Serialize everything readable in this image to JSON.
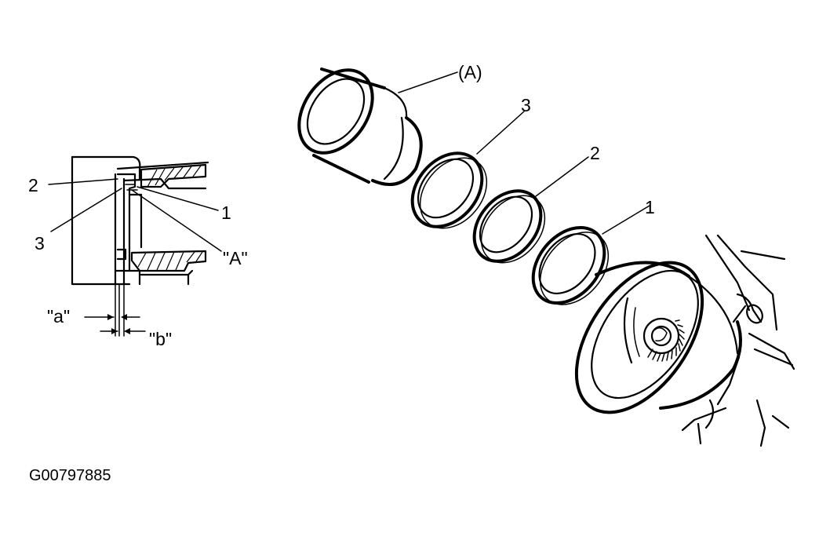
{
  "labels": {
    "section_2": "2",
    "section_3": "3",
    "section_1": "1",
    "section_A": "\"A\"",
    "dim_a": "\"a\"",
    "dim_b": "\"b\"",
    "exploded_A": "(A)",
    "exploded_3": "3",
    "exploded_2": "2",
    "exploded_1": "1"
  },
  "figure_id": "G00797885"
}
